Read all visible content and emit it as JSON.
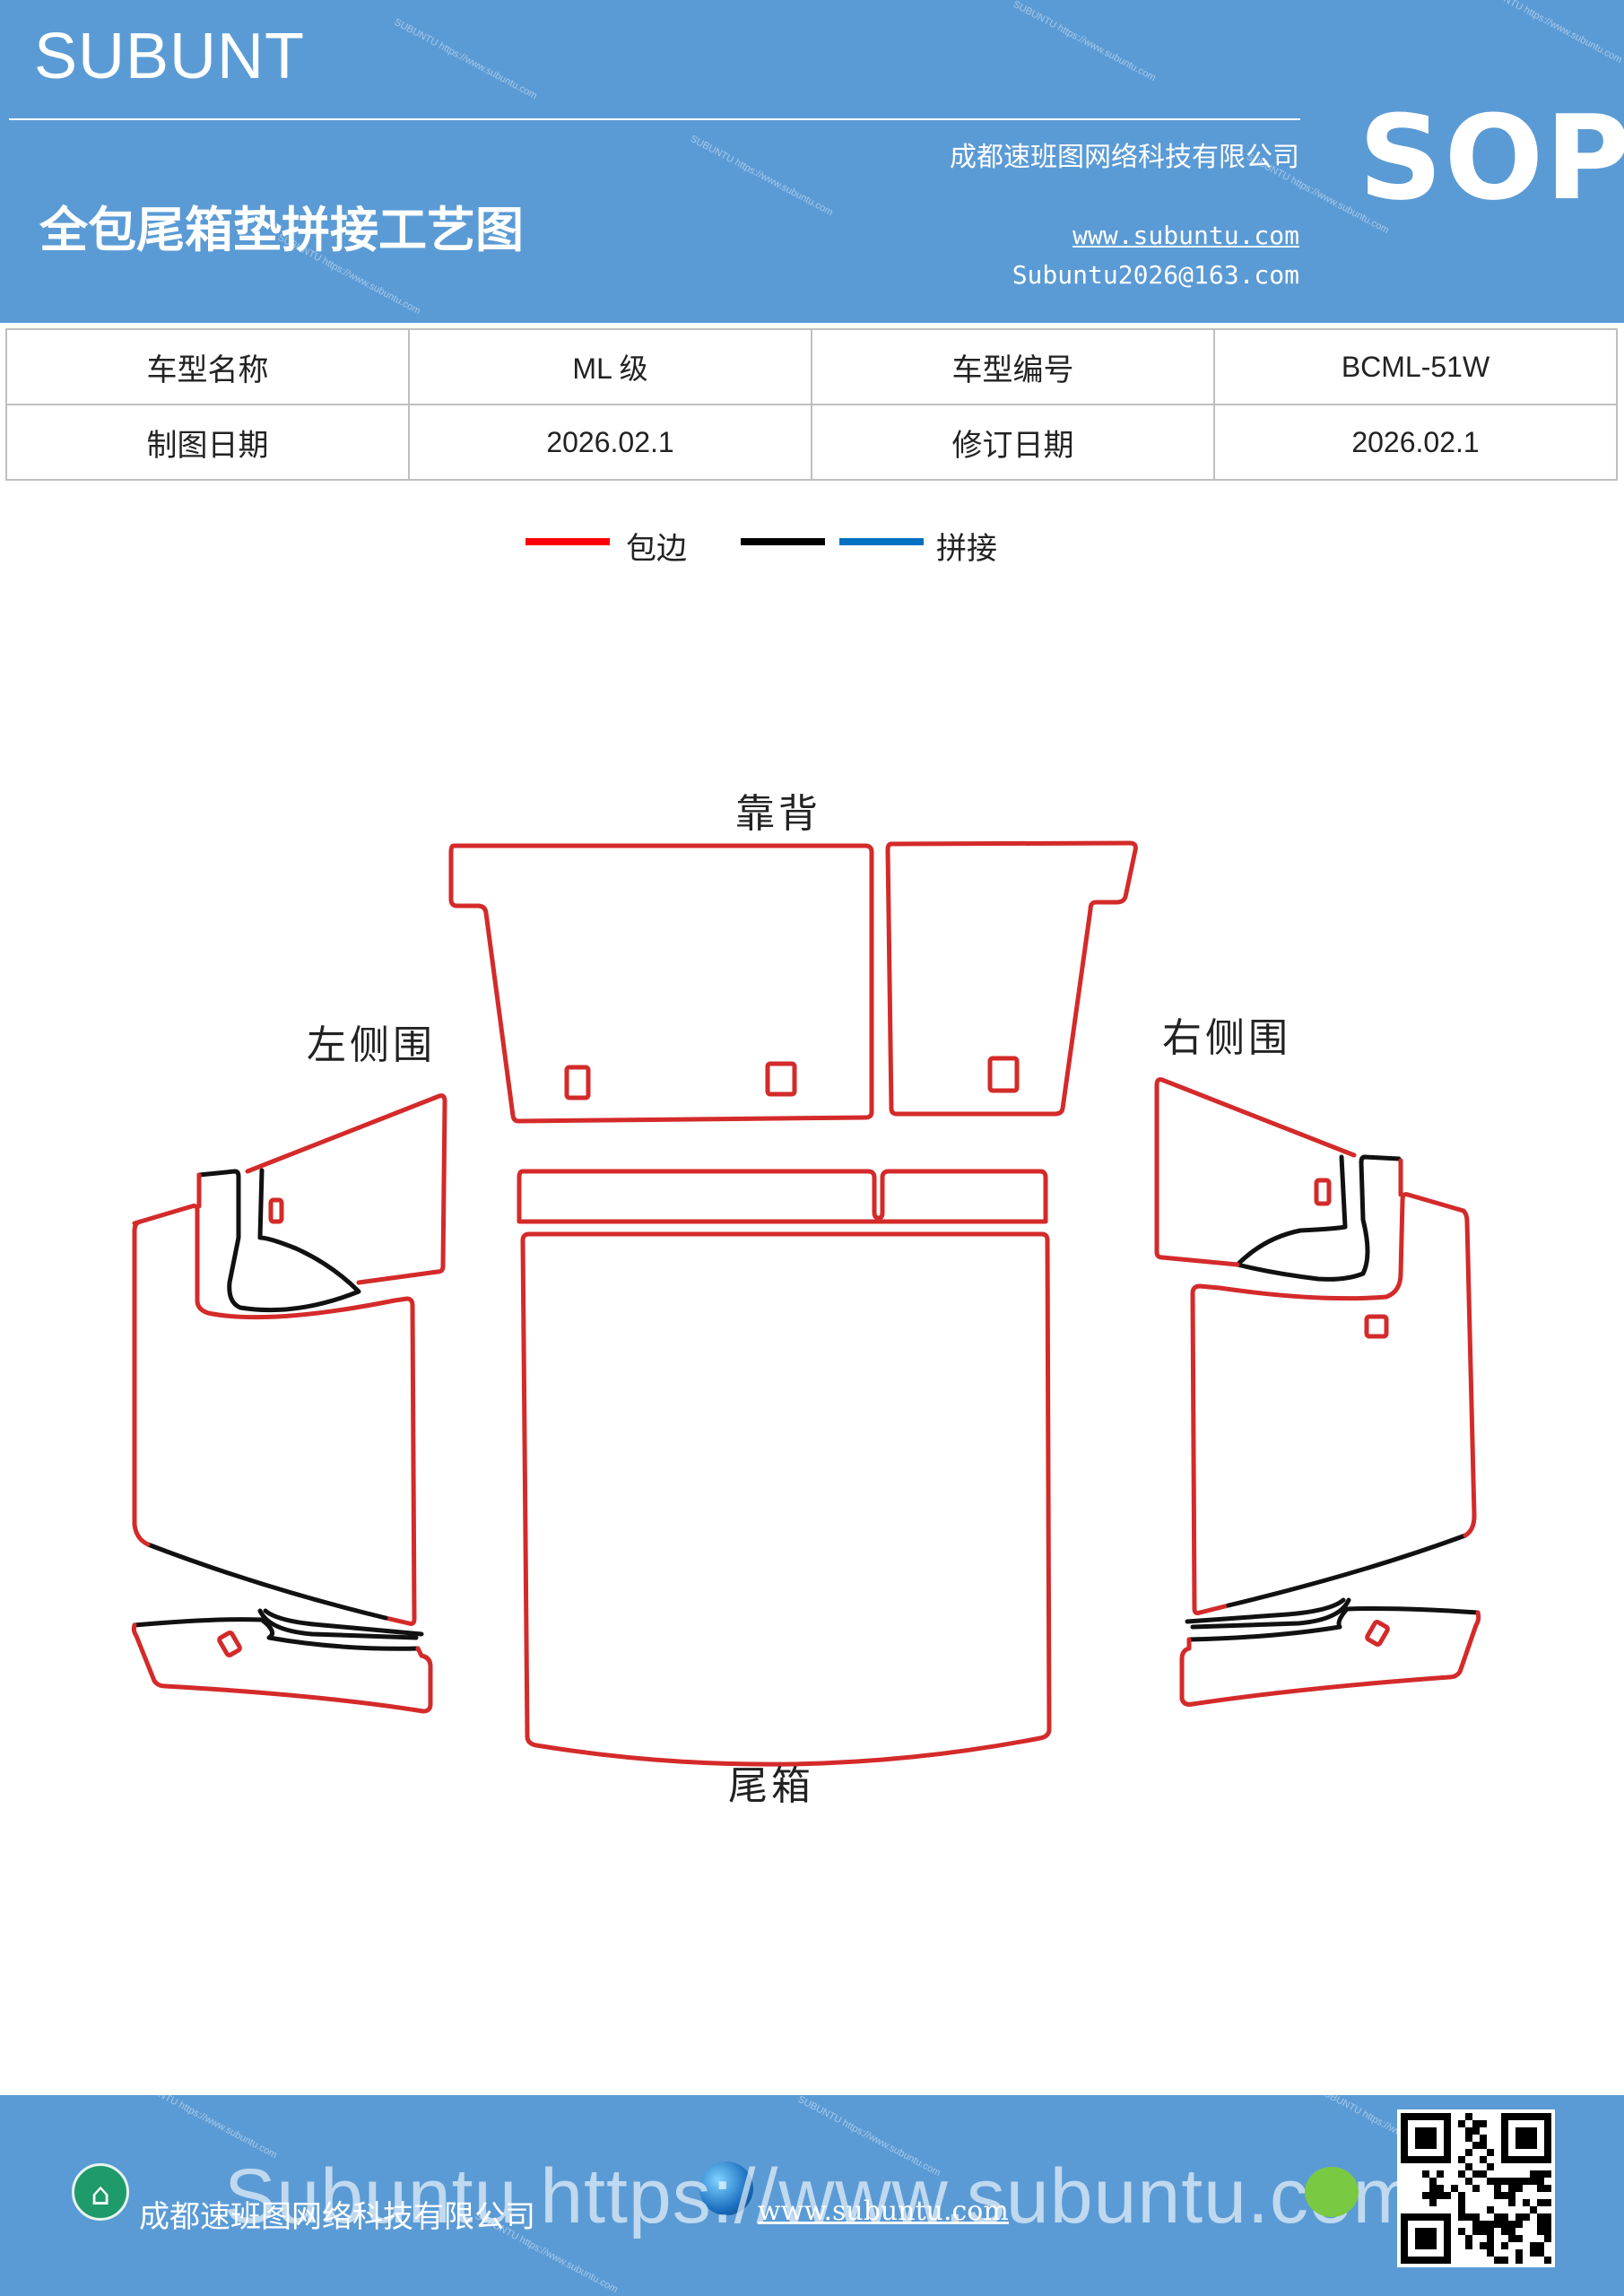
{
  "header": {
    "brand": "SUBUNT",
    "company": "成都速班图网络科技有限公司",
    "title": "全包尾箱垫拼接工艺图",
    "website": "www.subuntu.com",
    "email": "Subuntu2026@163.com",
    "badge": "SOP",
    "watermark_text": "SUBUNTU https://www.subuntu.com"
  },
  "info_table": {
    "rows": [
      [
        "车型名称",
        "ML 级",
        "车型编号",
        "BCML-51W"
      ],
      [
        "制图日期",
        "2026.02.1",
        "修订日期",
        "2026.02.1"
      ]
    ]
  },
  "legend": {
    "items": [
      {
        "label": "包边",
        "color": "#ff0000"
      },
      {
        "label": "",
        "color": "#000000"
      },
      {
        "label": "拼接",
        "color": "#0070c0"
      }
    ]
  },
  "diagram": {
    "labels": {
      "backrest": "靠背",
      "left_side": "左侧围",
      "right_side": "右侧围",
      "trunk": "尾箱"
    },
    "colors": {
      "binding": "#d42a2a",
      "seam": "#111111"
    }
  },
  "footer": {
    "company": "成都速班图网络科技有限公司",
    "website": "www.subuntu.com",
    "watermark": "Subuntu https://www.subuntu.com"
  }
}
